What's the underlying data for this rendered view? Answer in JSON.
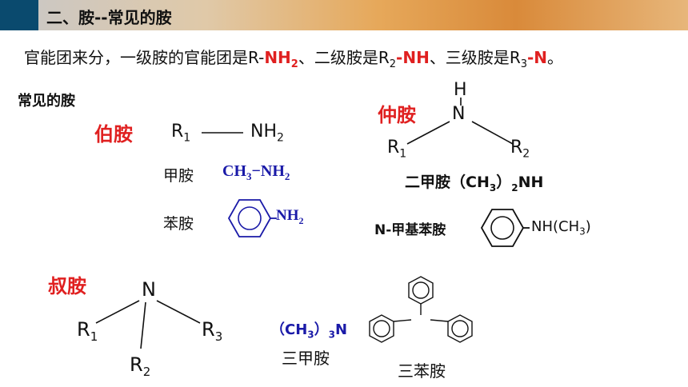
{
  "header": {
    "title": "二、胺--常见的胺"
  },
  "intro": {
    "t1": "官能团来分，一级胺的官能团是",
    "g1a": "R-",
    "g1b": "NH",
    "g1c": "2",
    "t2": "、二级胺是",
    "g2a": "R",
    "g2b": "2",
    "g2c": "-NH",
    "t3": "、三级胺是",
    "g3a": "R",
    "g3b": "3",
    "g3c": "-N",
    "t4": "。"
  },
  "section_title": "常见的胺",
  "primary": {
    "class_label": "伯胺",
    "structure": {
      "r": "R",
      "r_sub": "1",
      "nh": "NH",
      "nh_sub": "2"
    },
    "ex1_name": "甲胺",
    "ex1_formula": {
      "a": "CH",
      "a_sub": "3",
      "b": "−NH",
      "b_sub": "2"
    },
    "ex2_name": "苯胺",
    "ex2_group": {
      "a": "NH",
      "a_sub": "2"
    }
  },
  "secondary": {
    "class_label": "仲胺",
    "structure": {
      "h": "H",
      "n": "N",
      "r1": "R",
      "r1_sub": "1",
      "r2": "R",
      "r2_sub": "2"
    },
    "ex1_label": {
      "a": "二甲胺（CH",
      "a_sub": "3",
      "b": "）",
      "b_sub": "2",
      "c": "NH"
    },
    "ex2_name": "N-甲基苯胺",
    "ex2_group": {
      "a": "NH(CH",
      "a_sub": "3",
      "b": ")"
    }
  },
  "tertiary": {
    "class_label": "叔胺",
    "structure": {
      "n": "N",
      "r1": "R",
      "r1_sub": "1",
      "r2": "R",
      "r2_sub": "2",
      "r3": "R",
      "r3_sub": "3"
    },
    "ex1_formula": {
      "a": "（CH",
      "a_sub": "3",
      "b": "）",
      "b_sub": "3",
      "c": "N"
    },
    "ex1_name": "三甲胺",
    "ex2_name": "三苯胺"
  },
  "colors": {
    "accent_red": "#e02020",
    "formula_blue": "#1a1aa8",
    "header_square": "#0a4a6e"
  }
}
